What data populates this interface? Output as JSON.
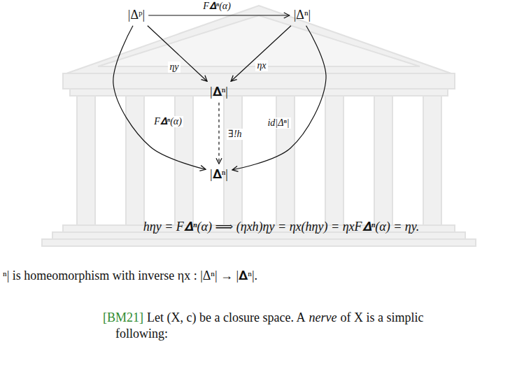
{
  "diagram": {
    "nodes": [
      {
        "text": [
          "|Δᵖ|"
        ]
      },
      {
        "text": [
          "|Δⁿ|"
        ]
      },
      {
        "text": [
          "|𝚫ⁿ|"
        ]
      },
      {
        "text": [
          "|𝚫ⁿ|"
        ]
      }
    ],
    "edges": [
      {
        "from": 0,
        "to": 1,
        "label": "F𝚫ⁿ(α)",
        "arrow": "to"
      },
      {
        "from": 0,
        "to": 2,
        "label": "ηy",
        "arrow": "to"
      },
      {
        "from": 1,
        "to": 2,
        "label": "ηx",
        "arrow": "to"
      },
      {
        "from": 2,
        "to": 3,
        "label": "∃!h",
        "arrow": "to"
      },
      {
        "from": 0,
        "to": 3,
        "label": "F𝚫ⁿ(α)",
        "arrow": "to"
      },
      {
        "from": 1,
        "to": 3,
        "label": "id|Δⁿ|",
        "arrow": "to"
      }
    ],
    "labels": [
      "hηy = F𝚫ⁿ(α) ⟹ (ηxh)ηy = ηx(hηy) = ηxF𝚫ⁿ(α) = ηy.",
      "ⁿ| is homeomorphism with inverse ηx : |Δⁿ| → |𝚫ⁿ|.",
      "[BM21]",
      "Let (X, c) be a closure space. A",
      "nerve",
      "of X is a simplic",
      "following:"
    ]
  }
}
